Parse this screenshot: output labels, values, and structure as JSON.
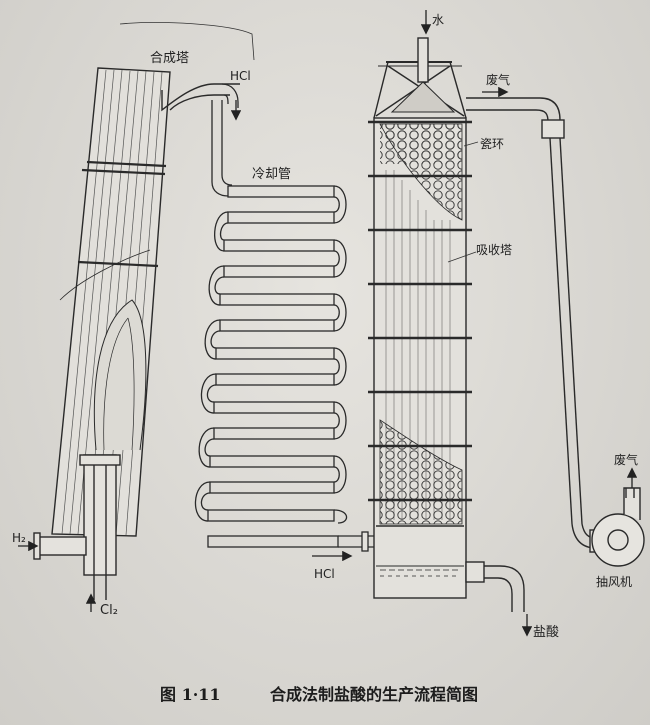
{
  "labels": {
    "synthesis_tower": "合成塔",
    "hcl_top": "HCl",
    "cooling_pipe": "冷却管",
    "h2": "H₂",
    "cl2": "Cl₂",
    "water": "水",
    "waste_gas_top": "废气",
    "porcelain_ring": "瓷环",
    "absorption_tower": "吸收塔",
    "hcl_bottom": "HCl",
    "hydrochloric_acid": "盐酸",
    "waste_gas_fan": "废气",
    "exhaust_fan": "抽风机"
  },
  "caption": {
    "number": "图 1·11",
    "title": "合成法制盐酸的生产流程简图"
  }
}
